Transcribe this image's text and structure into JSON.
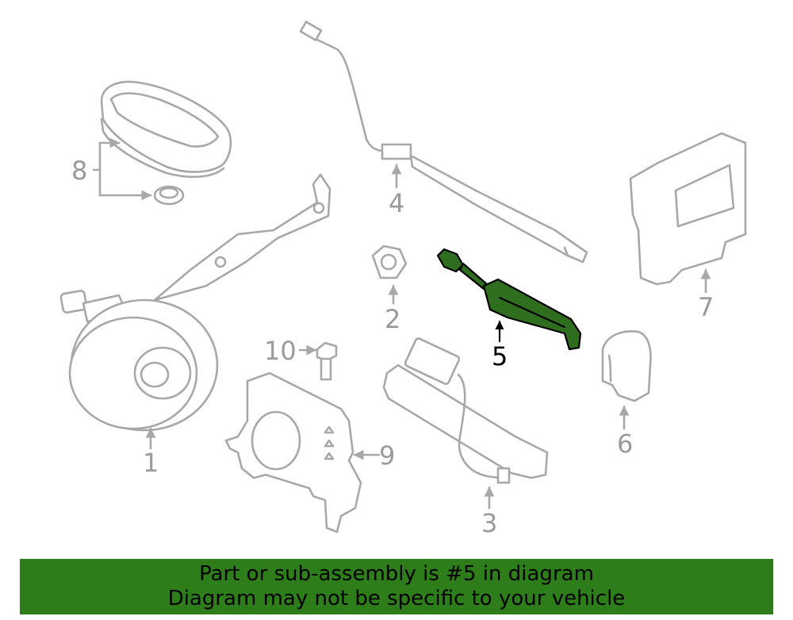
{
  "diagram": {
    "highlighted_part": "5",
    "callouts": [
      "1",
      "2",
      "3",
      "4",
      "5",
      "6",
      "7",
      "8",
      "9",
      "10"
    ]
  },
  "banner": {
    "line1": "Part or sub-assembly is #5 in diagram",
    "line2": "Diagram may not be specific to your vehicle"
  },
  "colors": {
    "highlight": "#2e6e1e",
    "banner": "#2e7d1b",
    "line": "#a8a8a8"
  }
}
